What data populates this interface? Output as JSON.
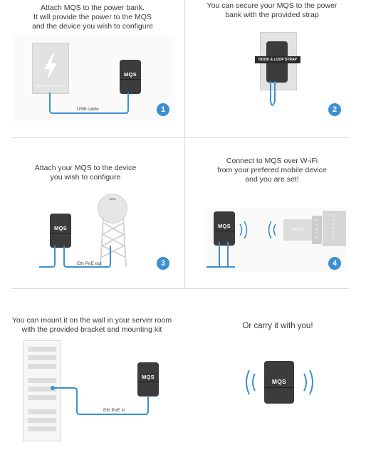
{
  "panels": {
    "p1": {
      "caption": "Attach MQS to the power bank.\nIt will provide the power to the MQS\nand the device you wish to configure",
      "powerbank_label": "USB POWER BANK",
      "cable_label": "USB cable",
      "step": "1"
    },
    "p2": {
      "caption": "You can secure your MQS to the power\nbank with the provided strap",
      "strap_label": "HOOK & LOOP STRAP",
      "step": "2"
    },
    "p3": {
      "caption": "Attach your MQS to the device\nyou wish to configure",
      "tower_label": "LHG",
      "cable_label": "Eth PoE out",
      "step": "3"
    },
    "p4": {
      "caption": "Connect to MQS over W-iFi\nfrom your prefered mobile device\nand you are set!",
      "laptop_label": "LAPTOP",
      "phone_label": "PHONE",
      "tablet_label": "TABLET",
      "step": "4"
    },
    "p5": {
      "caption": "You can mount it on the wall in your server room\nwith the provided bracket and mounting kit",
      "cable_label": "Eth PoE in"
    },
    "p6": {
      "caption": "Or carry it with you!"
    }
  },
  "device_label": "MQS",
  "colors": {
    "accent": "#3d8fd1",
    "device": "#3c3c3c",
    "divider": "#d9d9d9"
  }
}
